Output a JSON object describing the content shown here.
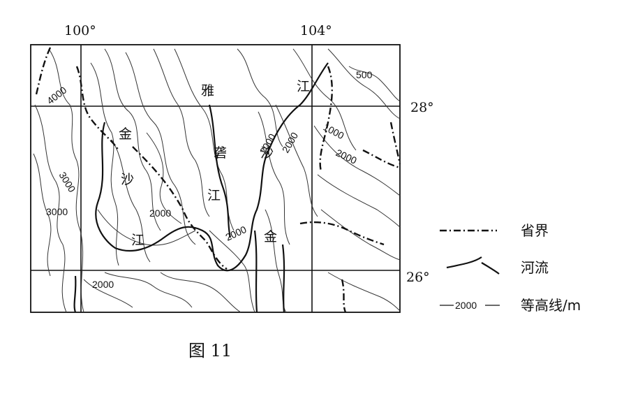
{
  "longitudes": [
    "100°",
    "104°"
  ],
  "latitudes": [
    "28°",
    "26°"
  ],
  "contour_labels": [
    "4000",
    "3000",
    "3000",
    "2000",
    "2000",
    "2000",
    "2000",
    "2000",
    "1000",
    "2000",
    "500"
  ],
  "river_labels": {
    "jin1": "金",
    "sha1": "沙",
    "jiang1": "江",
    "ya": "雅",
    "long": "砻",
    "jiang2": "江",
    "jiang3": "江",
    "sha2": "沙",
    "jin2": "金"
  },
  "legend": {
    "province": "省界",
    "river": "河流",
    "contour": "等高线/m",
    "contour_sample": "2000"
  },
  "caption": "图 11"
}
